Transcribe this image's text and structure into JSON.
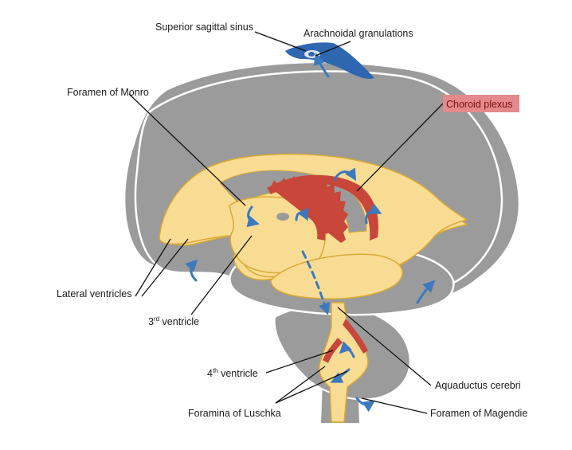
{
  "labels": {
    "superior_sagittal_sinus": "Superior sagittal sinus",
    "arachnoidal_granulations": "Arachnoidal granulations",
    "foramen_of_monro": "Foramen of Monro",
    "choroid_plexus": "Choroid plexus",
    "lateral_ventricles": "Lateral ventricles",
    "third_ventricle_num": "3",
    "third_ventricle_sup": "rd",
    "third_ventricle_word": " ventricle",
    "fourth_ventricle_num": "4",
    "fourth_ventricle_sup": "th",
    "fourth_ventricle_word": " ventricle",
    "aquaductus_cerebri": "Aquaductus cerebri",
    "foramina_of_luschka": "Foramina of Luschka",
    "foramen_of_magendie": "Foramen of Magendie"
  },
  "colors": {
    "brain": "#9b9b9b",
    "brain_outline": "#ffffff",
    "ventricle": "#f9dc93",
    "ventricle_outline": "#d9a935",
    "choroid": "#c8463a",
    "sinus": "#2e66b0",
    "flow_arrow": "#3c79bd",
    "leader_line": "#111111",
    "choroid_label_bg": "#e5898c"
  }
}
